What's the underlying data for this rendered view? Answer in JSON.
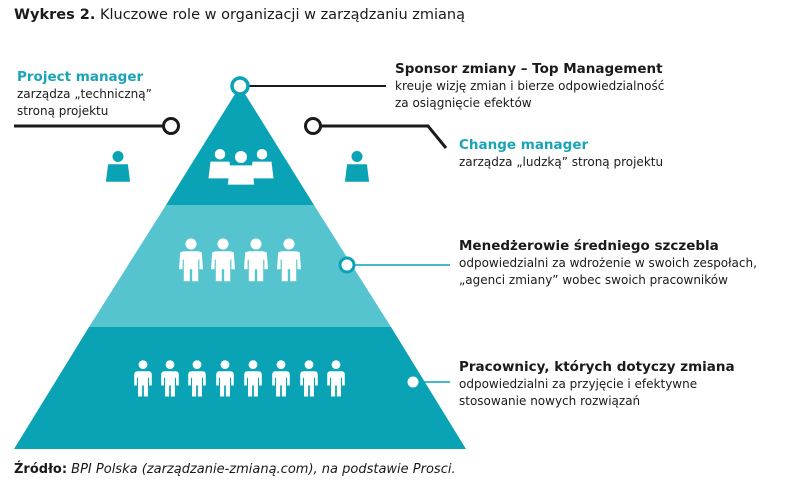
{
  "title": {
    "prefix": "Wykres 2.",
    "text": "Kluczowe role w organizacji w zarządzaniu zmianą"
  },
  "roles": {
    "project_manager": {
      "name": "Project manager",
      "desc1": "zarządza „techniczną”",
      "desc2": "stroną projektu"
    },
    "sponsor": {
      "name": "Sponsor zmiany – Top Management",
      "desc1": "kreuje wizję zmian i bierze odpowiedzialność",
      "desc2": "za osiągnięcie efektów"
    },
    "change_manager": {
      "name": "Change manager",
      "desc1": "zarządza „ludzką” stroną projektu"
    },
    "middle_managers": {
      "name": "Menedżerowie średniego szczebla",
      "desc1": "odpowiedzialni za wdrożenie w swoich zespołach,",
      "desc2": "„agenci zmiany” wobec swoich pracowników"
    },
    "employees": {
      "name": "Pracownicy, których dotyczy zmiana",
      "desc1": "odpowiedzialni za przyjęcie i efektywne",
      "desc2": "stosowanie nowych rozwiązań"
    }
  },
  "source": {
    "label": "Źródło:",
    "text": "BPI Polska (zarządzanie-zmianą.com), na podstawie Prosci."
  },
  "colors": {
    "top": "#0aa3b5",
    "middle": "#56c4cf",
    "bottom": "#0aa3b5",
    "accent": "#1aa4b7",
    "line": "#1a1a1a"
  }
}
